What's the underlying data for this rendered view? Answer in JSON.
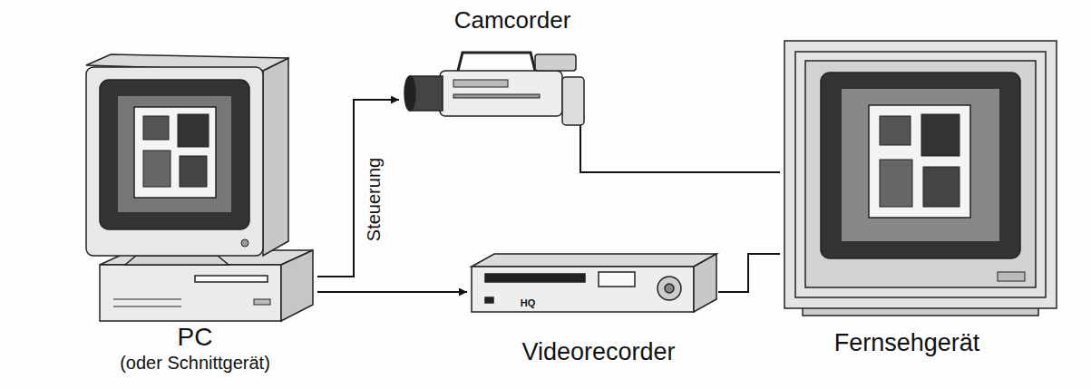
{
  "diagram": {
    "nodes": [
      {
        "text": [
          "PC",
          "(oder Schnittgerät)"
        ]
      },
      {
        "text": [
          "Camcorder"
        ]
      },
      {
        "text": [
          "Videorecorder"
        ]
      },
      {
        "text": [
          "Fernsehgerät"
        ]
      }
    ],
    "edges": [
      {
        "from": 0,
        "to": 1,
        "arrow": "to"
      },
      {
        "from": 0,
        "to": 2,
        "arrow": "to"
      },
      {
        "from": 1,
        "to": 3,
        "arrow": "none"
      },
      {
        "from": 2,
        "to": 3,
        "arrow": "none"
      }
    ],
    "labels": [
      "Steuerung",
      "HQ"
    ]
  }
}
